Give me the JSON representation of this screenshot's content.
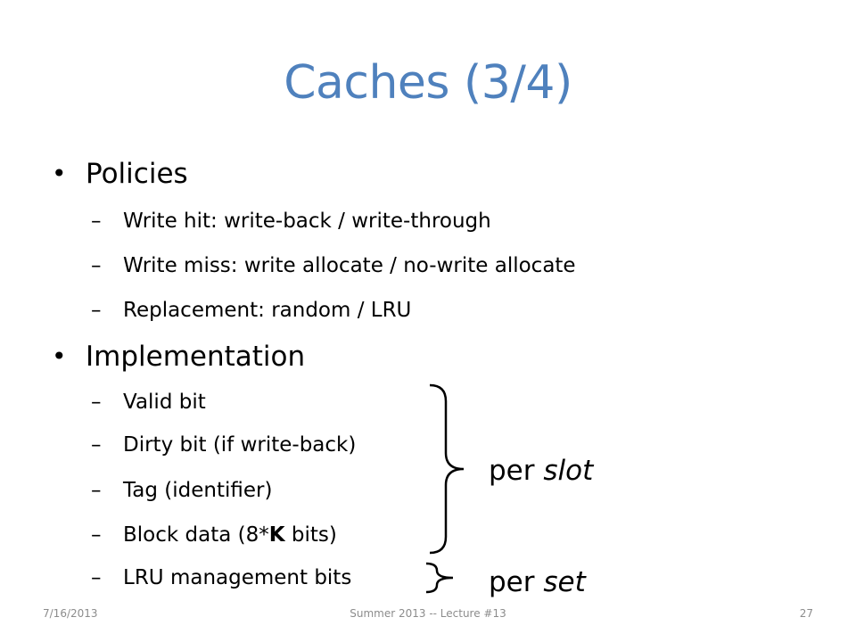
{
  "slide": {
    "title": "Caches (3/4)",
    "sections": [
      {
        "heading": "Policies",
        "items": [
          "Write hit:  write-back / write-through",
          "Write miss:  write allocate / no-write allocate",
          "Replacement:  random / LRU"
        ]
      },
      {
        "heading": "Implementation",
        "items": [
          "Valid bit",
          "Dirty bit (if write-back)",
          "Tag (identifier)",
          {
            "before": "Block data (8*",
            "bold": "K",
            "after": " bits)"
          },
          "LRU management bits"
        ]
      }
    ],
    "annotations": {
      "per_slot": {
        "prefix": "per ",
        "word": "slot"
      },
      "per_set": {
        "prefix": "per ",
        "word": "set"
      }
    },
    "bullet_symbol": "•",
    "dash_symbol": "–"
  },
  "footer": {
    "date": "7/16/2013",
    "center": "Summer 2013 -- Lecture #13",
    "page_number": "27"
  },
  "colors": {
    "title": "#4F81BD",
    "brace": "#000000",
    "footer_text": "#8C8C8C"
  }
}
